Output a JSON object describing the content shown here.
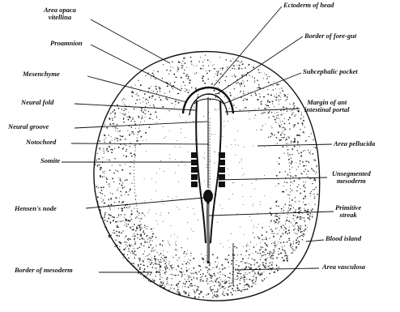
{
  "labels": {
    "area_opaca": [
      "Area opaca",
      "vitellina"
    ],
    "proamnion": "Proamnion",
    "mesenchyme": "Mesenchyme",
    "neural_fold": "Neural fold",
    "neural_groove": "Neural groove",
    "notochord": "Notochord",
    "somite": "Somite",
    "hensens_node": "Hensen's node",
    "border_mesoderm": "Border of mesoderm",
    "ectoderm_head": "Ectoderm of head",
    "border_foregut": "Border of fore-gut",
    "subcephalic_pocket": "Subcephalic pocket",
    "margin_intestinal_portal": [
      "Margin of ant",
      "intestinal portal"
    ],
    "area_pellucida": "Area pellucida",
    "unsegmented_mesoderm": [
      "Unsegmented",
      "mesoderm"
    ],
    "primitive_streak": [
      "Primitive",
      "streak"
    ],
    "blood_island": "Blood island",
    "area_vasculosa": "Area vasculosa"
  },
  "colors": {
    "ink": "#111111",
    "stipple": "#2a2a2a",
    "paper": "#ffffff"
  }
}
